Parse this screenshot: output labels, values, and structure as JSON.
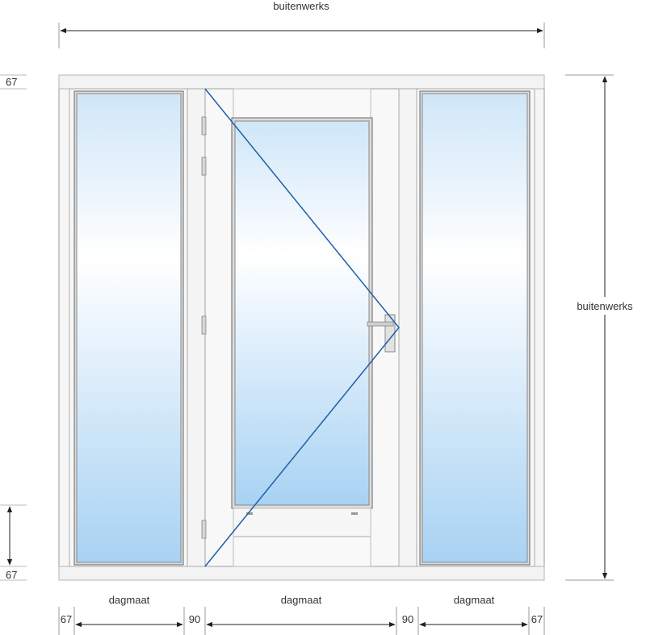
{
  "labels": {
    "top_width": "buitenwerks",
    "right_height": "buitenwerks",
    "top_frame": "67",
    "bottom_frame": "67",
    "bottom_left_frame": "67",
    "bottom_left_mullion": "90",
    "bottom_right_mullion": "90",
    "bottom_right_frame": "67",
    "clear_left": "dagmaat",
    "clear_center": "dagmaat",
    "clear_right": "dagmaat"
  },
  "colors": {
    "frame": "#f7f7f7",
    "frame_stroke": "#9a9a9a",
    "glass_top": "#ffffff",
    "glass_bottom": "#a9d3f2",
    "opening_line": "#1f5fa8",
    "dimension_line": "#222222"
  }
}
